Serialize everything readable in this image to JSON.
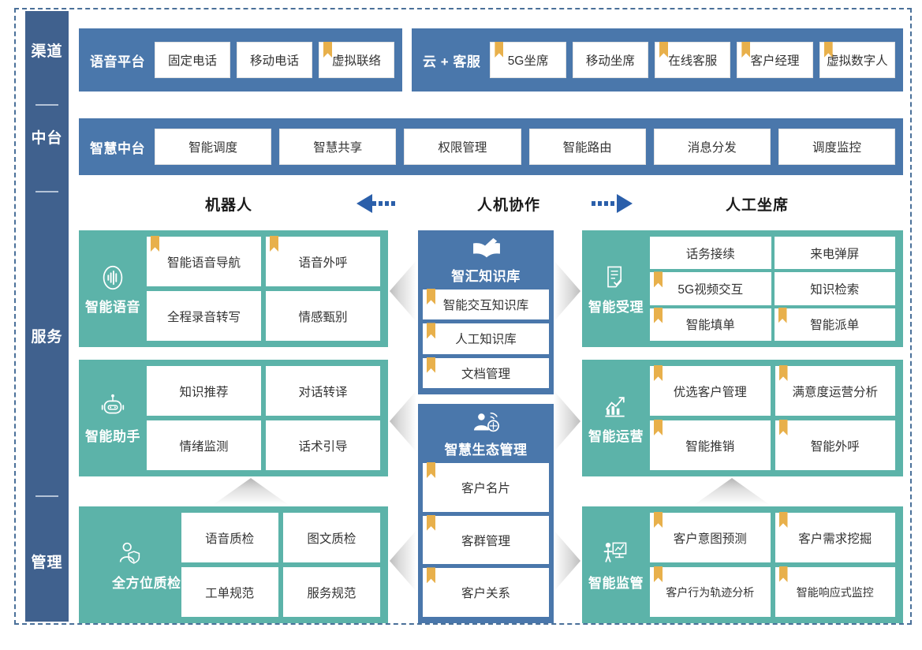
{
  "rail": {
    "labels": [
      "渠道",
      "中台",
      "服务",
      "管理"
    ]
  },
  "channel": {
    "voice_platform": {
      "title": "语音平台",
      "cells": [
        {
          "label": "固定电话",
          "ribbon": false
        },
        {
          "label": "移动电话",
          "ribbon": false
        },
        {
          "label": "虚拟联络",
          "ribbon": true
        }
      ]
    },
    "cloud_service": {
      "title": "云 + 客服",
      "cells": [
        {
          "label": "5G坐席",
          "ribbon": true
        },
        {
          "label": "移动坐席",
          "ribbon": false
        },
        {
          "label": "在线客服",
          "ribbon": true
        },
        {
          "label": "客户经理",
          "ribbon": true
        },
        {
          "label": "虚拟数字人",
          "ribbon": true
        }
      ]
    }
  },
  "midplatform": {
    "title": "智慧中台",
    "cells": [
      {
        "label": "智能调度",
        "ribbon": false
      },
      {
        "label": "智慧共享",
        "ribbon": false
      },
      {
        "label": "权限管理",
        "ribbon": false
      },
      {
        "label": "智能路由",
        "ribbon": false
      },
      {
        "label": "消息分发",
        "ribbon": false
      },
      {
        "label": "调度监控",
        "ribbon": false
      }
    ]
  },
  "header_row": {
    "left": "机器人",
    "center": "人机协作",
    "right": "人工坐席"
  },
  "left_panels": [
    {
      "name": "智能语音",
      "icon": "voice-wave-icon",
      "tiles": [
        {
          "label": "智能语音导航",
          "ribbon": true
        },
        {
          "label": "语音外呼",
          "ribbon": true
        },
        {
          "label": "全程录音转写",
          "ribbon": false
        },
        {
          "label": "情感甄别",
          "ribbon": false
        }
      ]
    },
    {
      "name": "智能助手",
      "icon": "robot-icon",
      "tiles": [
        {
          "label": "知识推荐",
          "ribbon": false
        },
        {
          "label": "对话转译",
          "ribbon": false
        },
        {
          "label": "情绪监测",
          "ribbon": false
        },
        {
          "label": "话术引导",
          "ribbon": false
        }
      ]
    },
    {
      "name": "全方位质检",
      "icon": "person-shield-icon",
      "tiles": [
        {
          "label": "语音质检",
          "ribbon": false
        },
        {
          "label": "图文质检",
          "ribbon": false
        },
        {
          "label": "工单规范",
          "ribbon": false
        },
        {
          "label": "服务规范",
          "ribbon": false
        }
      ]
    }
  ],
  "right_panels": [
    {
      "name": "智能受理",
      "icon": "form-check-icon",
      "tiles": [
        {
          "label": "话务接续",
          "ribbon": false
        },
        {
          "label": "来电弹屏",
          "ribbon": false
        },
        {
          "label": "5G视频交互",
          "ribbon": true
        },
        {
          "label": "知识检索",
          "ribbon": false
        },
        {
          "label": "智能填单",
          "ribbon": true
        },
        {
          "label": "智能派单",
          "ribbon": true
        }
      ]
    },
    {
      "name": "智能运营",
      "icon": "chart-growth-icon",
      "tiles": [
        {
          "label": "优选客户管理",
          "ribbon": true
        },
        {
          "label": "满意度运营分析",
          "ribbon": true
        },
        {
          "label": "智能推销",
          "ribbon": true
        },
        {
          "label": "智能外呼",
          "ribbon": true
        }
      ]
    },
    {
      "name": "智能监管",
      "icon": "presenter-board-icon",
      "tiles": [
        {
          "label": "客户意图预测",
          "ribbon": true
        },
        {
          "label": "客户需求挖掘",
          "ribbon": true
        },
        {
          "label": "客户行为轨迹分析",
          "ribbon": true
        },
        {
          "label": "智能响应式监控",
          "ribbon": true
        }
      ]
    }
  ],
  "center_stacks": [
    {
      "title": "智汇知识库",
      "icon": "book-pen-icon",
      "items": [
        {
          "label": "智能交互知识库",
          "ribbon": true
        },
        {
          "label": "人工知识库",
          "ribbon": true
        },
        {
          "label": "文档管理",
          "ribbon": true
        }
      ]
    },
    {
      "title": "智慧生态管理",
      "icon": "person-network-icon",
      "items": [
        {
          "label": "客户名片",
          "ribbon": true
        },
        {
          "label": "客群管理",
          "ribbon": true
        },
        {
          "label": "客户关系",
          "ribbon": true
        }
      ]
    }
  ],
  "colors": {
    "blue_band": "#4a77ab",
    "rail_blue": "#40618e",
    "teal": "#5cb3a9",
    "ribbon_gold": "#e8b04b",
    "arrow_blue": "#2b5faa",
    "frame_dash": "#4a7099"
  }
}
